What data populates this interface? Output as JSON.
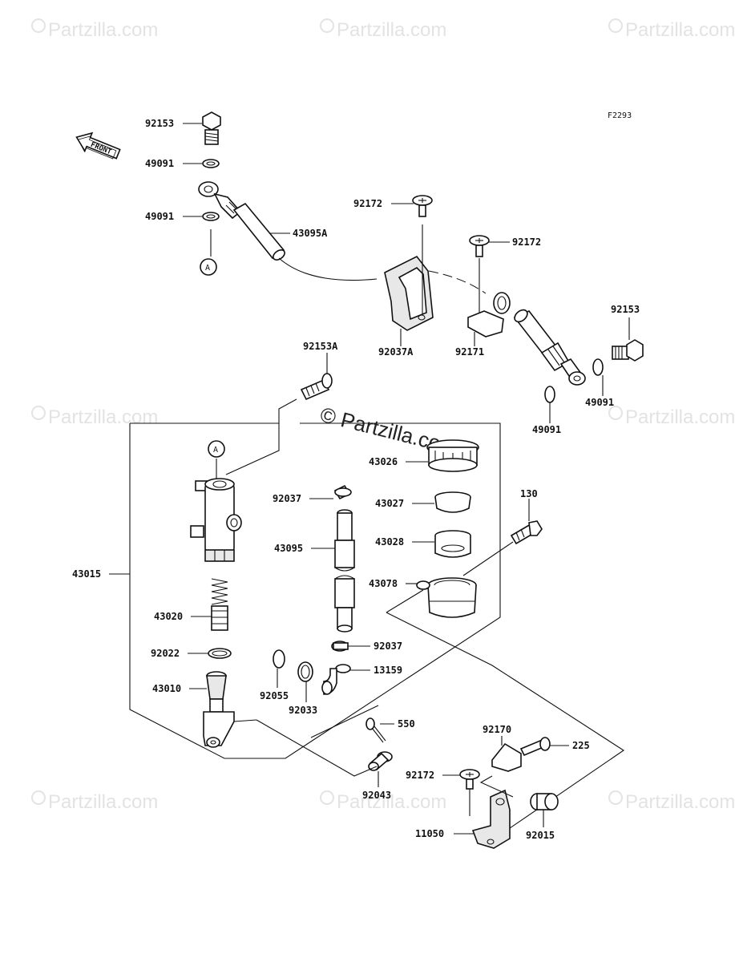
{
  "figure_code": "F2293",
  "front_label": "FRONT",
  "ref_circle_label": "A",
  "watermark_text": "Partzilla.com",
  "watermark_center_text": "© Partzilla.com",
  "callouts": {
    "c92153_top": "92153",
    "c49091_a": "49091",
    "c49091_b": "49091",
    "c43095A": "43095A",
    "c92172_a": "92172",
    "c92172_b": "92172",
    "c92037A": "92037A",
    "c92171": "92171",
    "c92153_right": "92153",
    "c49091_c": "49091",
    "c49091_d": "49091",
    "c92153A": "92153A",
    "c43026": "43026",
    "c43027": "43027",
    "c43028": "43028",
    "c43078": "43078",
    "c92037_a": "92037",
    "c43095": "43095",
    "c92037_b": "92037",
    "c13159": "13159",
    "c43015": "43015",
    "c43020": "43020",
    "c92022": "92022",
    "c43010": "43010",
    "c92055": "92055",
    "c92033": "92033",
    "c130": "130",
    "c550": "550",
    "c92170": "92170",
    "c225": "225",
    "c92172_c": "92172",
    "c92043": "92043",
    "c11050": "11050",
    "c92015": "92015"
  },
  "colors": {
    "line": "#111111",
    "watermark": "#e3e3e3",
    "background": "#ffffff"
  }
}
